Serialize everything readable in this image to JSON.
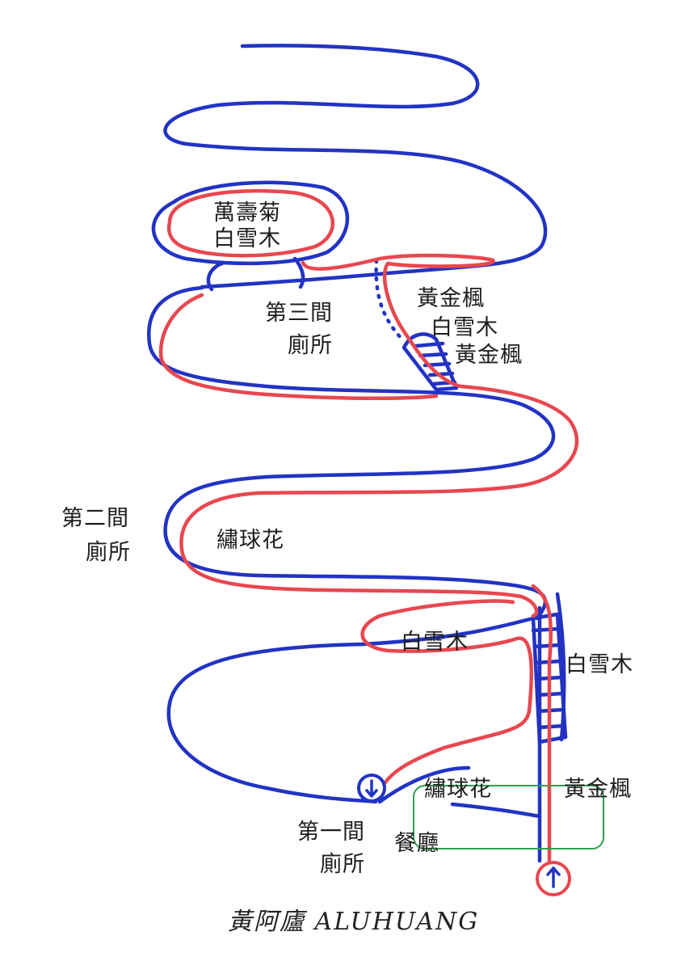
{
  "colors": {
    "blue_route": "#2233c4",
    "red_route": "#e8474f",
    "green_box": "#2e9e4e",
    "text": "#1e1e1e"
  },
  "labels": {
    "marigold": "萬壽菊",
    "white_snow_top": "白雪木",
    "golden_maple_1": "黃金楓",
    "white_snow_mid": "白雪木",
    "golden_maple_2": "黃金楓",
    "toilet3_line1": "第三間",
    "toilet3_line2": "廁所",
    "toilet2_line1": "第二間",
    "toilet2_line2": "廁所",
    "hydrangea_mid": "繡球花",
    "white_snow_inner": "白雪木",
    "white_snow_right": "白雪木",
    "hydrangea_low": "繡球花",
    "golden_maple_low": "黃金楓",
    "toilet1_line1": "第一間",
    "toilet1_line2": "廁所",
    "restaurant": "餐廳",
    "signature": "黃阿廬 ALUHUANG"
  },
  "icons": {
    "start": "up-arrow-icon",
    "toilet1": "down-arrow-icon"
  }
}
